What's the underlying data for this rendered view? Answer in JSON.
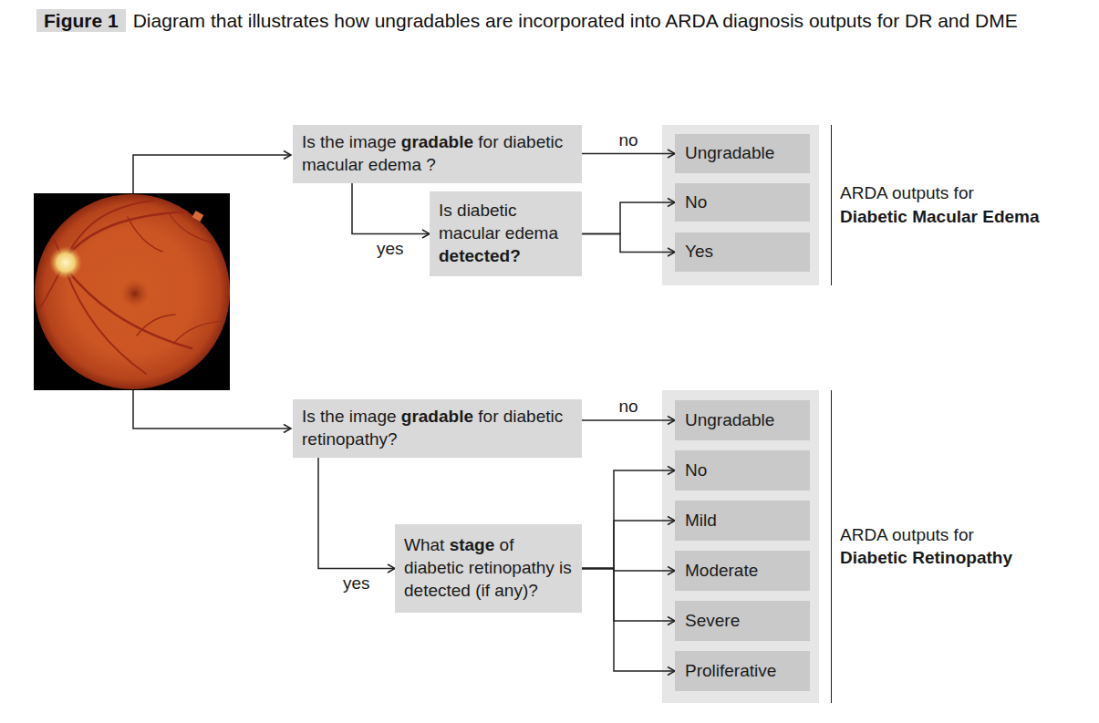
{
  "diagram": {
    "title": "Diagram that illustrates how ungradables are incorporated into ARDA diagnosis outputs for DR and DME",
    "nodes": [
      {
        "text": [
          "Is the image gradable for diabetic macular edema ?"
        ]
      },
      {
        "text": [
          "Is diabetic macular edema detected?"
        ]
      },
      {
        "text": [
          "ARDA outputs for",
          "Diabetic Macular Edema"
        ]
      },
      {
        "text": [
          "Ungradable"
        ],
        "in": 2
      },
      {
        "text": [
          "No"
        ],
        "in": 2
      },
      {
        "text": [
          "Yes"
        ],
        "in": 2
      },
      {
        "text": [
          "Is the image gradable for diabetic retinopathy?"
        ]
      },
      {
        "text": [
          "What stage of diabetic retinopathy is detected (if any)?"
        ]
      },
      {
        "text": [
          "ARDA outputs for",
          "Diabetic Retinopathy"
        ]
      },
      {
        "text": [
          "Ungradable"
        ],
        "in": 8
      },
      {
        "text": [
          "No"
        ],
        "in": 8
      },
      {
        "text": [
          "Mild"
        ],
        "in": 8
      },
      {
        "text": [
          "Moderate"
        ],
        "in": 8
      },
      {
        "text": [
          "Severe"
        ],
        "in": 8
      },
      {
        "text": [
          "Proliferative"
        ],
        "in": 8
      }
    ],
    "edges": [
      {
        "from": 0,
        "to": 3,
        "label": "no",
        "arrow": "to"
      },
      {
        "from": 0,
        "to": 1,
        "label": "yes",
        "arrow": "to"
      },
      {
        "from": 1,
        "to": 4,
        "arrow": "to"
      },
      {
        "from": 1,
        "to": 5,
        "arrow": "to"
      },
      {
        "from": 6,
        "to": 9,
        "label": "no",
        "arrow": "to"
      },
      {
        "from": 6,
        "to": 7,
        "label": "yes",
        "arrow": "to"
      },
      {
        "from": 7,
        "to": 10,
        "arrow": "to"
      },
      {
        "from": 7,
        "to": 11,
        "arrow": "to"
      },
      {
        "from": 7,
        "to": 12,
        "arrow": "to"
      },
      {
        "from": 7,
        "to": 13,
        "arrow": "to"
      },
      {
        "from": 7,
        "to": 14,
        "arrow": "to"
      }
    ],
    "labels": [
      "Figure 1"
    ]
  }
}
